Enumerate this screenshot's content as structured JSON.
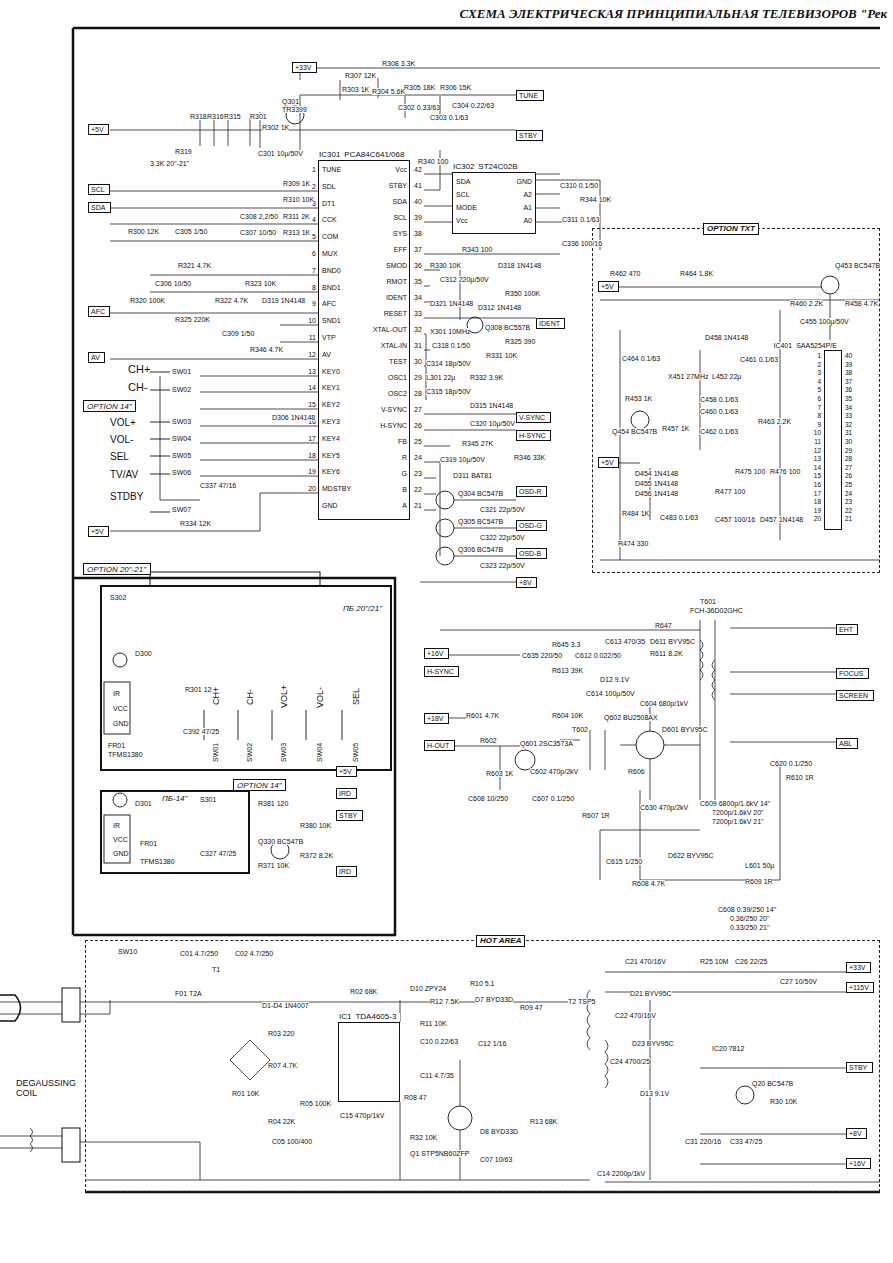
{
  "diagram": {
    "title": "СХЕМА ЭЛЕКТРИЧЕСКАЯ ПРИНЦИПИАЛЬНАЯ ТЕЛЕВИЗОРОВ \"Рек",
    "nodes": [
      {
        "text": [
          "IC301",
          "PCA84C641/068"
        ]
      },
      {
        "text": [
          "IC302",
          "ST24C02B"
        ]
      },
      {
        "text": [
          "OPTION TXT"
        ]
      },
      {
        "text": [
          "IC401",
          "SAA5254P/E"
        ],
        "in": 2
      },
      {
        "text": [
          "OPTION 14\""
        ]
      },
      {
        "text": [
          "OPTION 20\"-21\""
        ]
      },
      {
        "text": [
          "ПБ 20\"/21\""
        ]
      },
      {
        "text": [
          "OPTION 14\""
        ]
      },
      {
        "text": [
          "ПБ-14\""
        ]
      },
      {
        "text": [
          "HOT AREA"
        ]
      },
      {
        "text": [
          "IC1",
          "TDA4605-3"
        ],
        "in": 9
      },
      {
        "text": [
          "+33V"
        ]
      },
      {
        "text": [
          "TUNE"
        ]
      },
      {
        "text": [
          "STBY"
        ]
      },
      {
        "text": [
          "+5V"
        ]
      },
      {
        "text": [
          "SCL"
        ]
      },
      {
        "text": [
          "SDA"
        ]
      },
      {
        "text": [
          "AFC"
        ]
      },
      {
        "text": [
          "AV"
        ]
      },
      {
        "text": [
          "+5V"
        ]
      },
      {
        "text": [
          "IDENT"
        ]
      },
      {
        "text": [
          "V-SYNC"
        ]
      },
      {
        "text": [
          "H-SYNC"
        ]
      },
      {
        "text": [
          "OSD-R"
        ]
      },
      {
        "text": [
          "OSD-G"
        ]
      },
      {
        "text": [
          "OSD-B"
        ]
      },
      {
        "text": [
          "+8V"
        ]
      },
      {
        "text": [
          "+5V"
        ],
        "in": 2
      },
      {
        "text": [
          "+5V"
        ],
        "in": 2
      },
      {
        "text": [
          "+16V"
        ]
      },
      {
        "text": [
          "H-SYNC"
        ]
      },
      {
        "text": [
          "+18V"
        ]
      },
      {
        "text": [
          "H-OUT"
        ]
      },
      {
        "text": [
          "EHT"
        ]
      },
      {
        "text": [
          "FOCUS"
        ]
      },
      {
        "text": [
          "SCREEN"
        ]
      },
      {
        "text": [
          "ABL"
        ]
      },
      {
        "text": [
          "+5V"
        ]
      },
      {
        "text": [
          "IRD"
        ]
      },
      {
        "text": [
          "STBY"
        ]
      },
      {
        "text": [
          "IRD"
        ]
      },
      {
        "text": [
          "+33V"
        ],
        "in": 9
      },
      {
        "text": [
          "+115V"
        ],
        "in": 9
      },
      {
        "text": [
          "STBY"
        ],
        "in": 9
      },
      {
        "text": [
          "+8V"
        ],
        "in": 9
      },
      {
        "text": [
          "+16V"
        ],
        "in": 9
      }
    ],
    "labels": [
      "1",
      "2",
      "3",
      "4",
      "5",
      "6",
      "7",
      "8",
      "9",
      "10",
      "11",
      "12",
      "13",
      "14",
      "15",
      "16",
      "17",
      "18",
      "19",
      "20",
      "TUNE",
      "SDL",
      "DT1",
      "CCK",
      "COM",
      "MUX",
      "BND0",
      "BND1",
      "AFC",
      "SND1",
      "VTP",
      "AV",
      "KEY0",
      "KEY1",
      "KEY2",
      "KEY3",
      "KEY4",
      "KEY5",
      "KEY6",
      "MDSTBY",
      "GND",
      "42",
      "41",
      "40",
      "39",
      "38",
      "37",
      "36",
      "35",
      "34",
      "33",
      "32",
      "31",
      "30",
      "29",
      "28",
      "27",
      "26",
      "25",
      "24",
      "23",
      "22",
      "21",
      "Vcc",
      "STBY",
      "SDA",
      "SCL",
      "SYS",
      "EFF",
      "SMOD",
      "RMOT",
      "IDENT",
      "RESET",
      "XTAL-OUT",
      "XTAL-IN",
      "TEST",
      "OSC1",
      "OSC2",
      "V-SYNC",
      "H-SYNC",
      "FB",
      "R",
      "G",
      "B",
      "A",
      "SDA",
      "SCL",
      "MODE",
      "Vcc",
      "GND",
      "A2",
      "A1",
      "A0",
      "1",
      "2",
      "3",
      "4",
      "5",
      "6",
      "7",
      "8",
      "9",
      "10",
      "11",
      "12",
      "13",
      "14",
      "15",
      "16",
      "17",
      "18",
      "19",
      "20",
      "40",
      "39",
      "38",
      "37",
      "36",
      "35",
      "34",
      "33",
      "32",
      "31",
      "30",
      "29",
      "28",
      "27",
      "26",
      "25",
      "24",
      "23",
      "22",
      "21",
      "Q301",
      "TR3399",
      "R307 12K",
      "R308 3.3K",
      "R303 1K",
      "R304 5.6K",
      "R305 18K",
      "R306 15K",
      "C302 0.33/63",
      "C303 0.1/63",
      "C304 0.22/63",
      "R302 1K",
      "C301 10μ/50V",
      "R318",
      "R316",
      "R315",
      "R301",
      "R319",
      "3.3K 20\"-21\"",
      "R309 1K",
      "R310 10K",
      "R311 2K",
      "R313 1K",
      "C308 2,2/50",
      "C307 10/50",
      "R300 12K",
      "C305 1/50",
      "C306 10/50",
      "R321 4.7K",
      "R320 100K",
      "R325 220K",
      "R322 4.7K",
      "R323 10K",
      "D319 1N4148",
      "C309 1/50",
      "R346 4.7K",
      "CH+",
      "SW01",
      "CH-",
      "SW02",
      "VOL+",
      "SW03",
      "VOL-",
      "SW04",
      "SEL",
      "SW05",
      "TV/AV",
      "SW06",
      "STDBY",
      "SW07",
      "C337 47/16",
      "R334 12K",
      "D306 1N4148",
      "R340 100",
      "R343 100",
      "R344 10K",
      "C310 0.1/50",
      "C311 0.1/63",
      "C336 100/16",
      "R330 10K",
      "D318 1N4148",
      "C312 220μ/50V",
      "R350 100K",
      "D321 1N4148",
      "D312 1N4148",
      "Q308 BC557B",
      "R325 390",
      "X301 10MHz",
      "C318 0.1/50",
      "C314 18p/50V",
      "C315 18p/50V",
      "L301 22μ",
      "R331 10K",
      "R332 3.9K",
      "D315 1N4148",
      "C320 10μ/50V",
      "R345 27K",
      "R346 33K",
      "C319 10μ/50V",
      "D311 BAT81",
      "Q304 BC547B",
      "Q305 BC547B",
      "Q306 BC547B",
      "C321 22p/50V",
      "C322 22p/50V",
      "C323 22p/50V",
      "R462 470",
      "R464 1.8K",
      "Q453 BC547B",
      "R460 2.2K",
      "R458 4.7K",
      "C455 100μ/50V",
      "D458 1N4148",
      "C461 0.1/63",
      "C464 0.1/63",
      "X451 27MHz",
      "L452 22μ",
      "R453 1K",
      "Q454 BC547B",
      "R457 1K",
      "C458 0.1/63",
      "C460 0.1/63",
      "C462 0.1/63",
      "R463 2.2K",
      "D454 1N4148",
      "D455 1N4148",
      "D456 1N4148",
      "R475 100",
      "R476 100",
      "R477 100",
      "R484 1K",
      "R474 330",
      "C483 0.1/63",
      "C457 100/16",
      "D457 1N4148",
      "T601",
      "FCH-36D02GHC",
      "R647",
      "C635 220/50",
      "R645 3.3",
      "R613 39K",
      "C612 0.022/50",
      "C613 470/35",
      "D611 BYV95C",
      "R611 8.2K",
      "D12 9.1V",
      "C614 100μ/50V",
      "C604 680p/1kV",
      "Q602 BU2508AX",
      "D601 BYV95C",
      "T602",
      "R601 4.7K",
      "R602",
      "Q601 2SC3573A",
      "R604 10K",
      "R603 1K",
      "C602 470p/2kV",
      "R606",
      "C608 10/250",
      "C607 0.1/250",
      "R607 1R",
      "C630 470p/2kV",
      "C609 6800p/1.6kV 14\"",
      "7200p/1.6kV 20\"",
      "7200p/1.6kV 21\"",
      "C615 1/250",
      "D622 BYV95C",
      "L601 50μ",
      "R609 1R",
      "R608 4.7K",
      "C608 0.39/250 14\"",
      "0.36/250 20\"",
      "0.33/250 21\"",
      "C620 0.1/250",
      "R610 1R",
      "SW10",
      "C01 4.7/250",
      "C02 4.7/250",
      "T1",
      "F01 T2A",
      "D1-D4 1N4007",
      "R03 220",
      "R07 4.7K",
      "R01 10K",
      "R04 22K",
      "C05 100/400",
      "R05 100K",
      "R02 68K",
      "C15 470p/1kV",
      "D10 ZPY24",
      "R10 5.1",
      "R12 7.5K",
      "D7 BYD33D",
      "R09 47",
      "R11 10K",
      "C10 0.22/63",
      "C11 4.7/35",
      "C12 1/16",
      "R08 47",
      "R32 10K",
      "Q1 STP5NB60ZFP",
      "D8 BYD33D",
      "C07 10/63",
      "R13 68K",
      "T2 TSP5",
      "C14 2200p/1kV",
      "C21 470/16V",
      "R25 10M",
      "C26 22/25",
      "C27 10/50V",
      "D21 BYV95C",
      "C22 470/16V",
      "D23 BYV95C",
      "C24 4700/25",
      "IC20 7812",
      "Q20 BC547B",
      "R30 10K",
      "D13 9.1V",
      "C31 220/16",
      "C33 47/25",
      "DEGAUSSING COIL",
      "S302",
      "D300",
      "IR",
      "VCC",
      "GND",
      "FR01",
      "TFMS1380",
      "R301 120",
      "C392 47/25",
      "CH+",
      "CH-",
      "VOL+",
      "VOL-",
      "SEL",
      "SW01",
      "SW02",
      "SW03",
      "SW04",
      "SW05",
      "D301",
      "IR",
      "VCC",
      "GND",
      "FR01",
      "TFMS1380",
      "S301",
      "R381 120",
      "C327 47/25",
      "Q330 BC547B",
      "R380 10K",
      "R372 8.2K",
      "R371 10K"
    ]
  }
}
